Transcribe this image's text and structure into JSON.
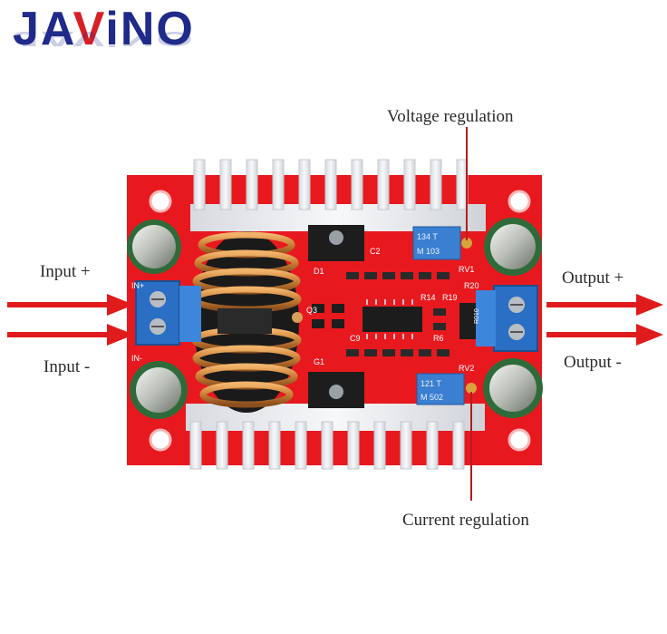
{
  "logo": {
    "text_part1": "JA",
    "text_v": "V",
    "text_part2": "iNO"
  },
  "labels": {
    "voltage_regulation": "Voltage regulation",
    "current_regulation": "Current regulation",
    "input_plus": "Input +",
    "input_minus": "Input -",
    "output_plus": "Output +",
    "output_minus": "Output -"
  },
  "board_markings": {
    "pot_top": "134 T",
    "pot_top_code": "M 103",
    "pot_bottom": "121 T",
    "pot_bottom_code": "M 502",
    "rv1": "RV1",
    "rv2": "RV2",
    "r20": "R20",
    "r14": "R14",
    "r19": "R19",
    "r6": "R6",
    "c9": "C9",
    "c2": "C2",
    "d1": "D1",
    "g1": "G1",
    "q3": "Q3",
    "in_plus": "IN+",
    "in_minus": "IN-",
    "resistor_code": "R010"
  },
  "colors": {
    "pcb": "#e8191e",
    "arrow": "#e01b1b",
    "logo_blue": "#1f2a8a",
    "logo_red": "#d81f26",
    "terminal": "#2a6fc4",
    "pot": "#3a7fd0",
    "heatsink": "#e9ebee",
    "coil": "#c8843a"
  }
}
